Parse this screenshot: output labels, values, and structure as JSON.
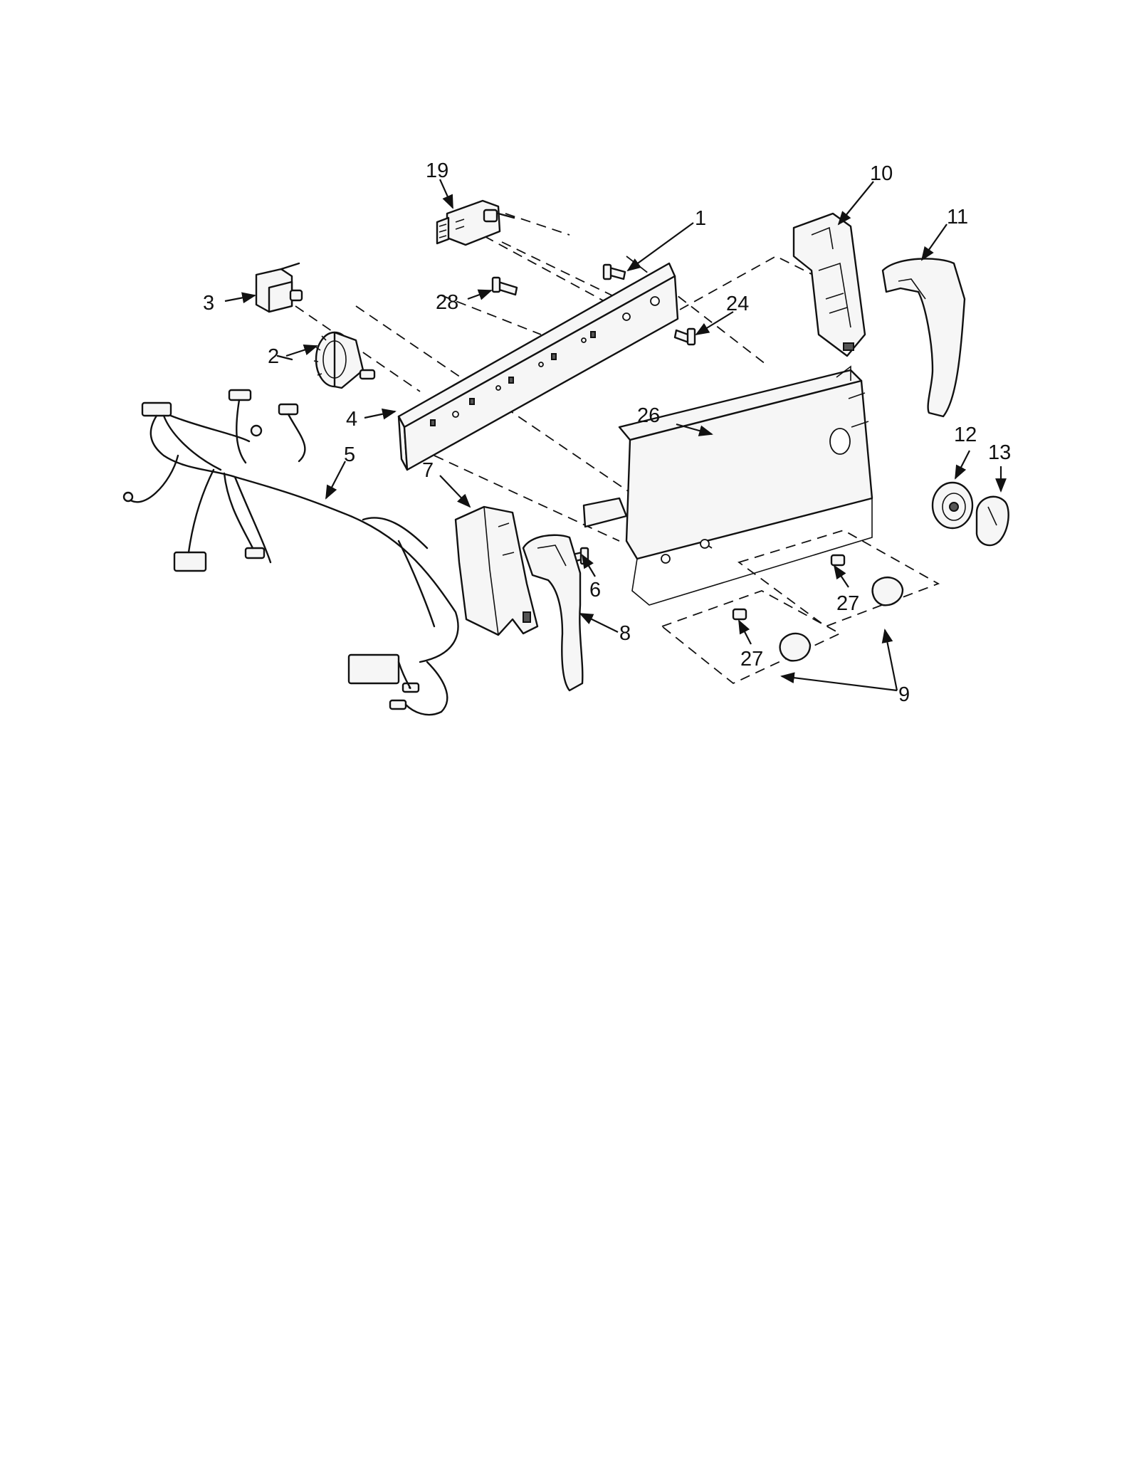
{
  "callouts": [
    {
      "key": "c1",
      "text": "1"
    },
    {
      "key": "c2",
      "text": "2"
    },
    {
      "key": "c3",
      "text": "3"
    },
    {
      "key": "c4",
      "text": "4"
    },
    {
      "key": "c5",
      "text": "5"
    },
    {
      "key": "c6",
      "text": "6"
    },
    {
      "key": "c7",
      "text": "7"
    },
    {
      "key": "c8",
      "text": "8"
    },
    {
      "key": "c9",
      "text": "9"
    },
    {
      "key": "c10",
      "text": "10"
    },
    {
      "key": "c11",
      "text": "11"
    },
    {
      "key": "c12",
      "text": "12"
    },
    {
      "key": "c13",
      "text": "13"
    },
    {
      "key": "c19",
      "text": "19"
    },
    {
      "key": "c24",
      "text": "24"
    },
    {
      "key": "c26",
      "text": "26"
    },
    {
      "key": "c27a",
      "text": "27"
    },
    {
      "key": "c27b",
      "text": "27"
    },
    {
      "key": "c28",
      "text": "28"
    }
  ]
}
